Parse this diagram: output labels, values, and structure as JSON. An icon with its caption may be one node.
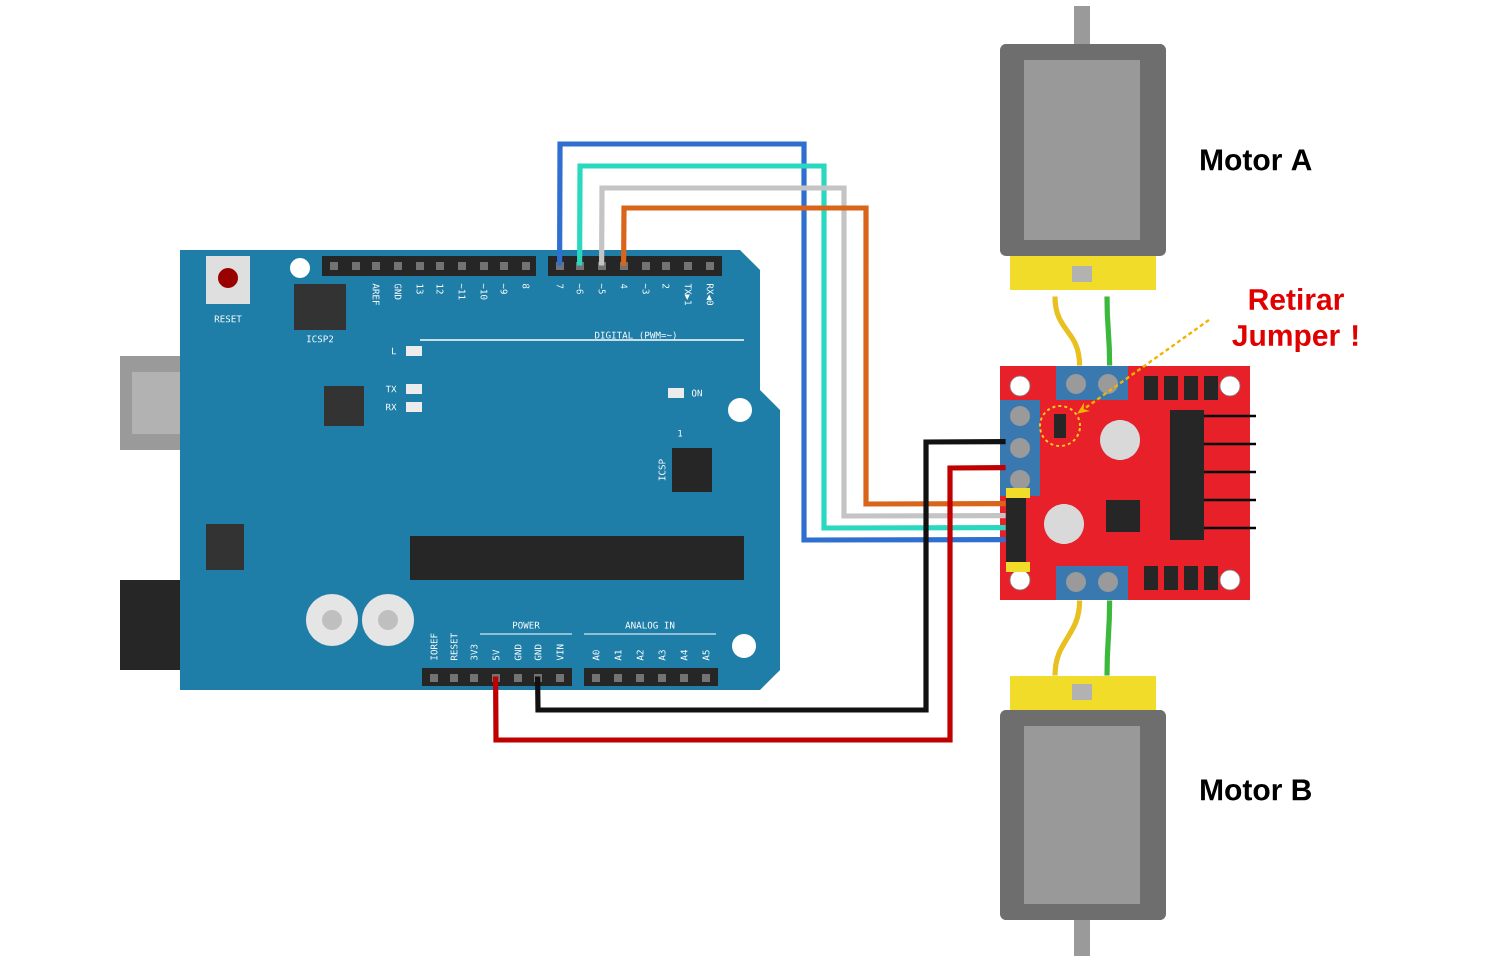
{
  "diagram": {
    "nodes": [
      {
        "text": [],
        "shape": "picture"
      },
      {
        "text": [],
        "shape": "picture"
      },
      {
        "text": [],
        "shape": "picture",
        "beside": [
          "Motor A"
        ]
      },
      {
        "text": [],
        "shape": "picture",
        "beside": [
          "Motor B"
        ]
      },
      {
        "text": [
          "Retirar Jumper !"
        ]
      },
      {
        "text": [],
        "shape": "circle",
        "in": 1
      }
    ],
    "edges": [
      {
        "from": 0,
        "to": 1,
        "arrow": "none",
        "color": "#2f6fd0"
      },
      {
        "from": 0,
        "to": 1,
        "arrow": "none",
        "color": "#2ad8c0"
      },
      {
        "from": 0,
        "to": 1,
        "arrow": "none",
        "color": "#c4c4c4"
      },
      {
        "from": 0,
        "to": 1,
        "arrow": "none",
        "color": "#d9651a"
      },
      {
        "from": 0,
        "to": 1,
        "arrow": "none",
        "color": "#111111"
      },
      {
        "from": 0,
        "to": 1,
        "arrow": "none",
        "color": "#c00000"
      },
      {
        "from": 2,
        "to": 1,
        "arrow": "none",
        "color": "#e8c020"
      },
      {
        "from": 2,
        "to": 1,
        "arrow": "none",
        "color": "#3cb83c"
      },
      {
        "from": 1,
        "to": 3,
        "arrow": "none",
        "color": "#e8c020"
      },
      {
        "from": 1,
        "to": 3,
        "arrow": "none",
        "color": "#3cb83c"
      },
      {
        "from": 4,
        "to": 5,
        "arrow": "to",
        "style": "dashed",
        "color": "#f0b400"
      }
    ],
    "labels": [
      "RESET",
      "ICSP2",
      "AREF",
      "GND",
      "13",
      "12",
      "~11",
      "~10",
      "~9",
      "8",
      "7",
      "~6",
      "~5",
      "4",
      "~3",
      "2",
      "TX▶1",
      "RX◀0",
      "DIGITAL (PWM=~)",
      "L",
      "TX",
      "RX",
      "ON",
      "1",
      "ICSP",
      "IOREF",
      "RESET",
      "3V3",
      "5V",
      "GND",
      "GND",
      "VIN",
      "A0",
      "A1",
      "A2",
      "A3",
      "A4",
      "A5",
      "POWER",
      "ANALOG IN"
    ]
  }
}
